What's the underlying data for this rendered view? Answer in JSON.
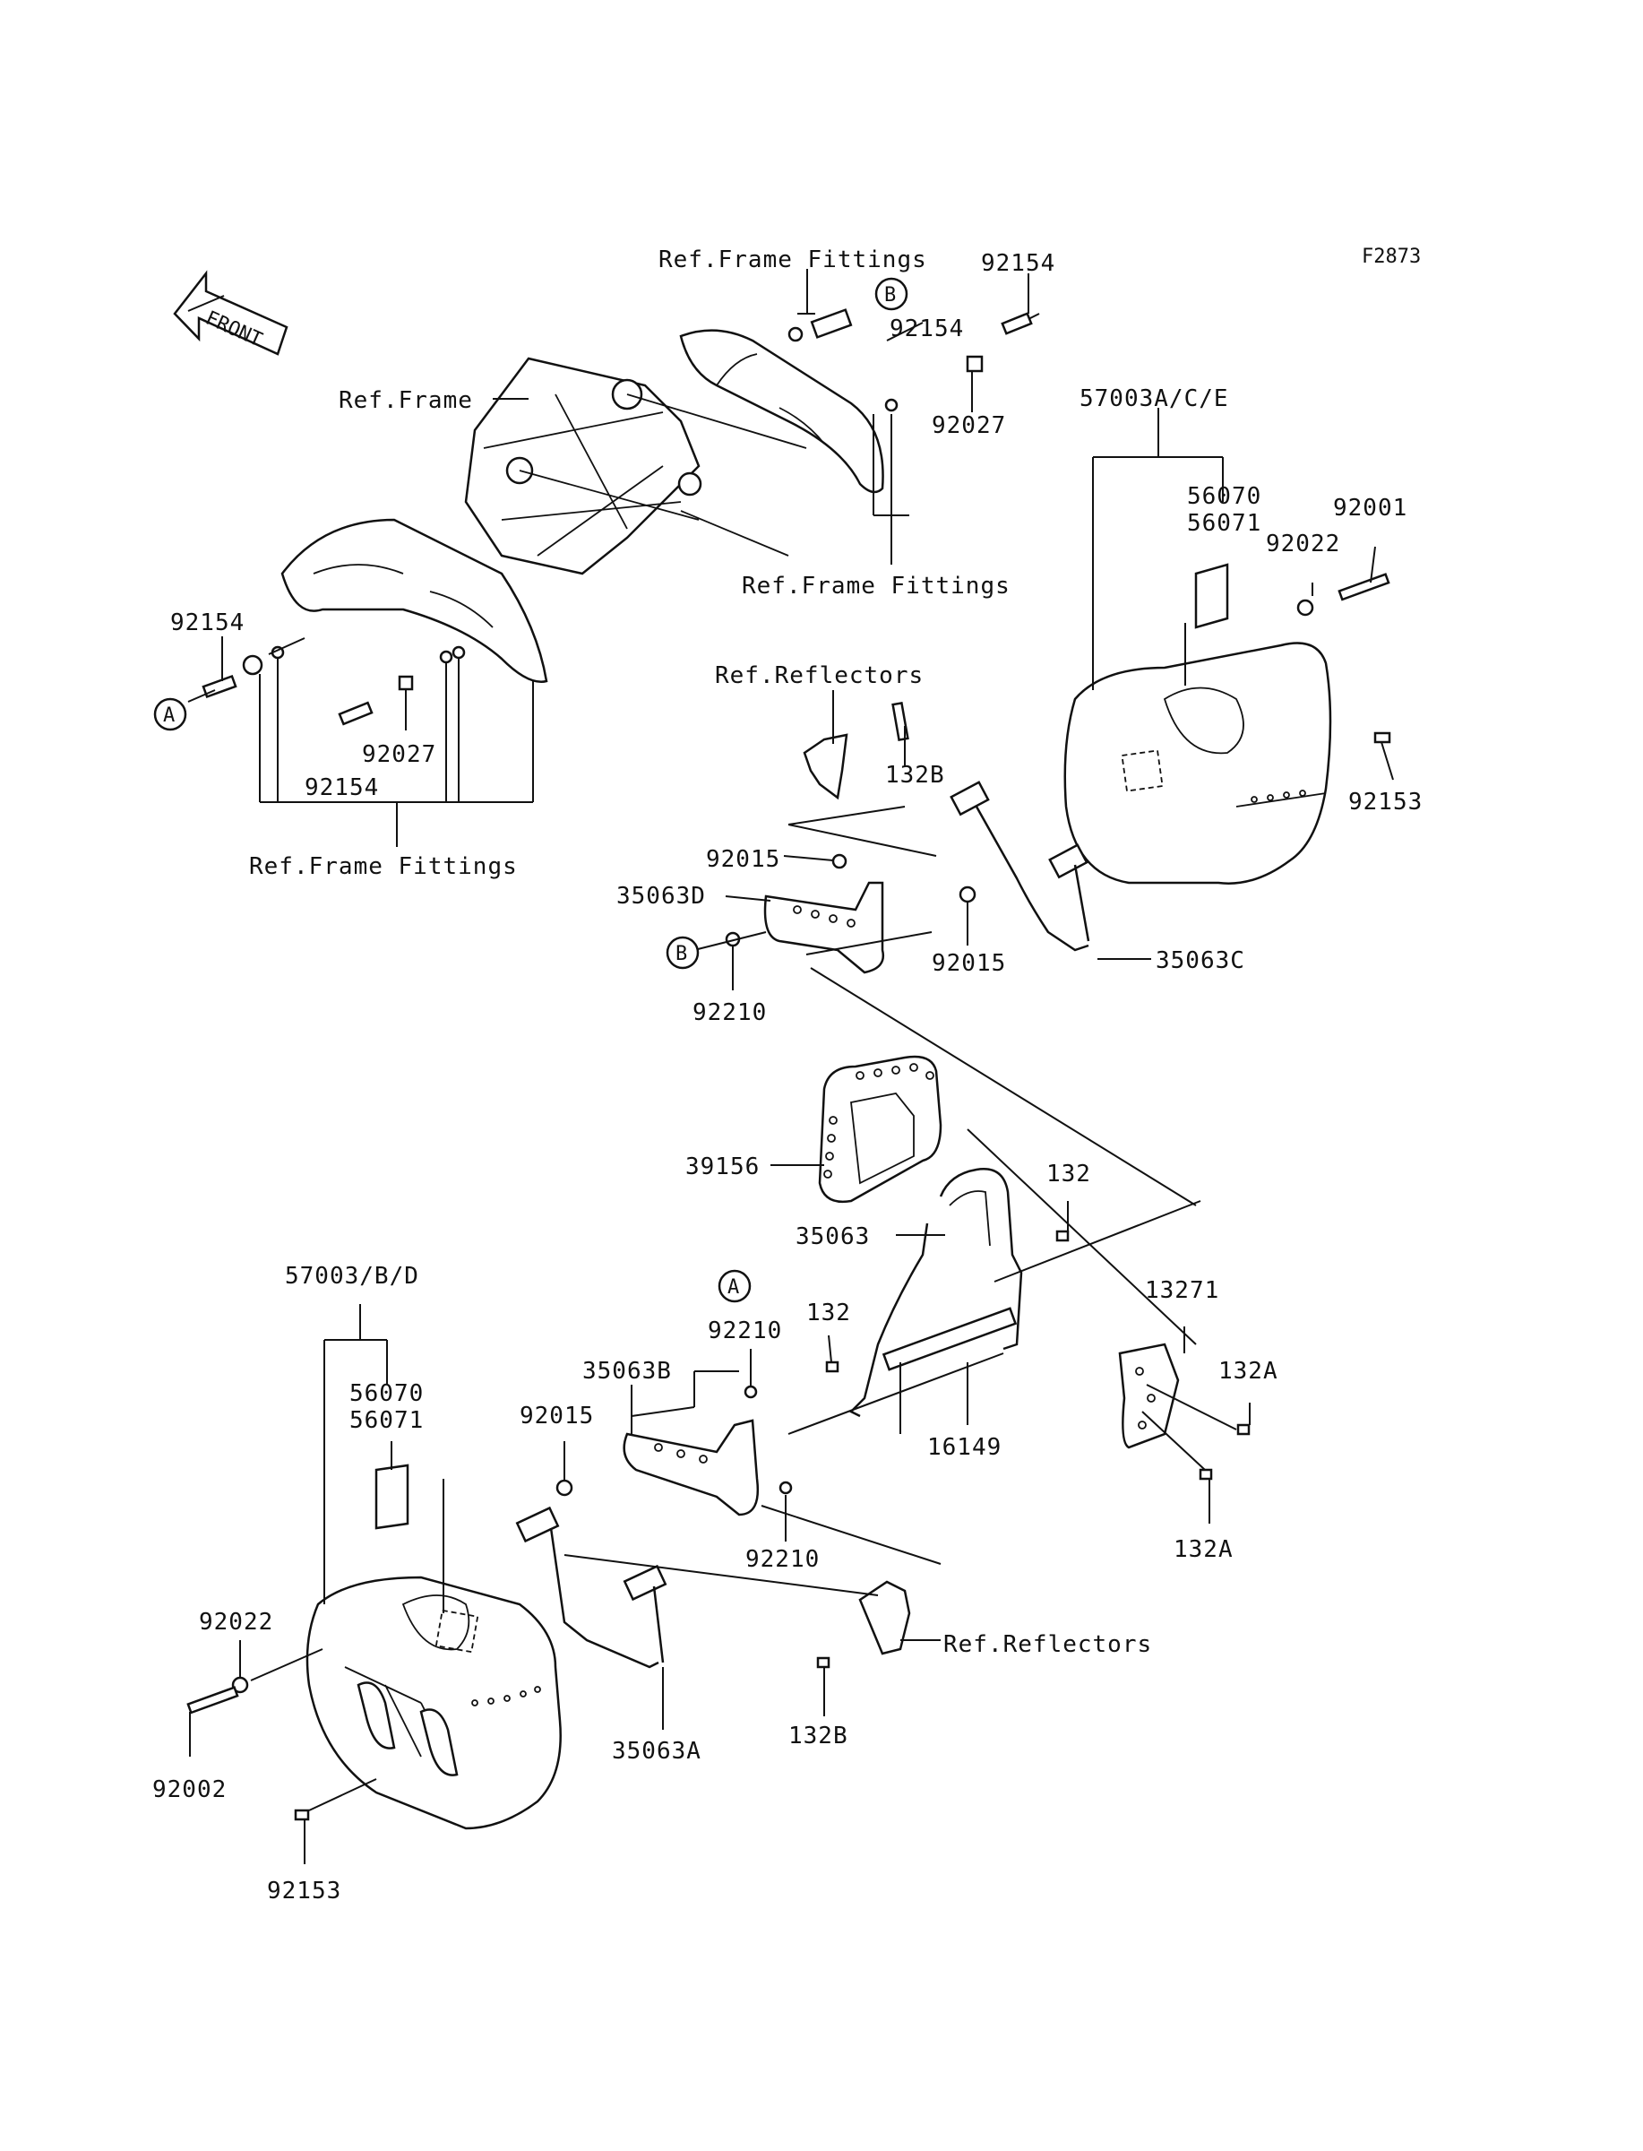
{
  "figure_code": "F2873",
  "front_arrow_label": "FRONT",
  "markers": {
    "a": "A",
    "b": "B"
  },
  "labels": {
    "ref_frame_fittings": "Ref.Frame Fittings",
    "ref_frame": "Ref.Frame",
    "ref_reflectors": "Ref.Reflectors",
    "p92154": "92154",
    "p92027": "92027",
    "p57003ace": "57003A/C/E",
    "p57003bd": "57003/B/D",
    "p56070": "56070",
    "p56071": "56071",
    "p92001": "92001",
    "p92002": "92002",
    "p92022": "92022",
    "p132b": "132B",
    "p92153": "92153",
    "p92015": "92015",
    "p35063d": "35063D",
    "p35063c": "35063C",
    "p35063b": "35063B",
    "p35063a": "35063A",
    "p35063": "35063",
    "p92210": "92210",
    "p39156": "39156",
    "p132": "132",
    "p13271": "13271",
    "p132a": "132A",
    "p16149": "16149"
  }
}
